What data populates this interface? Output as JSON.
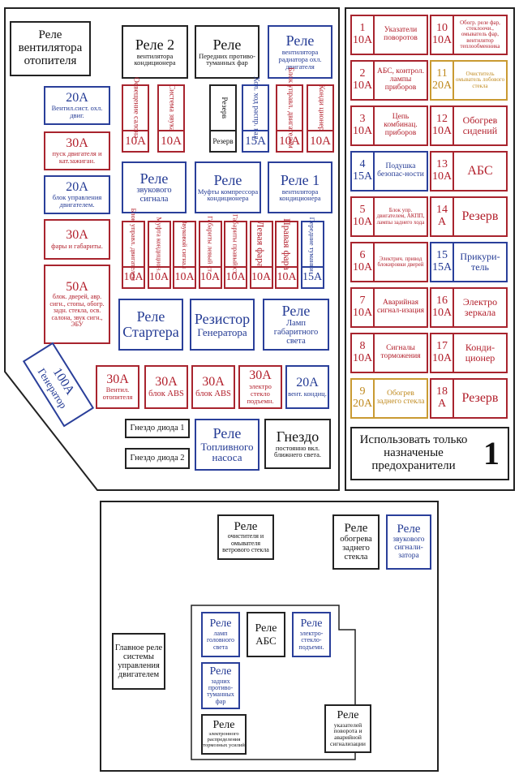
{
  "main": {
    "relay_heater_fan": "Реле вентилятора отопителя",
    "relay2_ac_fan": {
      "title": "Реле 2",
      "sub": "вентилятора кондиционера"
    },
    "relay_front_fog": {
      "title": "Реле",
      "sub": "Передних противо-туманных фар"
    },
    "relay_radiator_fan": {
      "title": "Реле",
      "sub": "вентилятора радиатора охл. двигателя"
    },
    "fuse_20a_cooling": {
      "amp": "20A",
      "text": "Вентил.сист. охл. двиг."
    },
    "fuse_30a_ignition": {
      "amp": "30A",
      "text": "пуск двигателя и кат.зажиган."
    },
    "fuse_20a_engine_ctrl": {
      "amp": "20A",
      "text": "блок управления двигателем."
    },
    "fuse_30a_headlights": {
      "amp": "30A",
      "text": "фары и габариты."
    },
    "fuse_50a_block": {
      "amp": "50A",
      "text": "блок. дверей, авр. сигн., стопы, обогр. задн. стекла, осв. салона, звук сигн., ЭБУ"
    },
    "top_fuses": [
      {
        "label": "Освещение салона",
        "amp": "10A"
      },
      {
        "label": "Система звука",
        "amp": "10A"
      },
      {
        "label": "Резерв",
        "amp": "Резерв"
      },
      {
        "label": "Хол. ход распр. вал",
        "amp": "15A"
      },
      {
        "label": "Блок управл. двигателем",
        "amp": "10A"
      },
      {
        "label": "Конди ционер",
        "amp": "10A"
      }
    ],
    "relay_horn": {
      "title": "Реле",
      "sub": "звукового сигнала"
    },
    "relay_clutch": {
      "title": "Реле",
      "sub": "Муфты компрессора кондиционера"
    },
    "relay1_ac_fan": {
      "title": "Реле 1",
      "sub": "вентилятора кондиционера"
    },
    "mid_fuses": [
      {
        "label": "Блок управл. двигателем",
        "amp": "10A"
      },
      {
        "label": "Муфта кондицион.",
        "amp": "10A"
      },
      {
        "label": "Звуковой сигнал",
        "amp": "10A"
      },
      {
        "label": "Габариты левый ст.",
        "amp": "10A"
      },
      {
        "label": "Габариты правый ст.",
        "amp": "10A"
      },
      {
        "label": "Левая фара",
        "amp": "10A"
      },
      {
        "label": "Правая фара",
        "amp": "10A"
      },
      {
        "label": "Передние туманки",
        "amp": "15A"
      }
    ],
    "relay_starter": {
      "title": "Реле",
      "sub": "Стартера"
    },
    "resistor_generator": {
      "title": "Резистор",
      "sub": "Генератора"
    },
    "relay_parking_lights": {
      "title": "Реле",
      "sub": "Ламп габаритного света"
    },
    "fuse_100a_generator": {
      "amp": "100A",
      "text": "Генератор"
    },
    "bottom_fuses": [
      {
        "amp": "30A",
        "text": "Вентил. отопителя"
      },
      {
        "amp": "30A",
        "text": "блок ABS"
      },
      {
        "amp": "30A",
        "text": "блок ABS"
      },
      {
        "amp": "30A",
        "text": "электро стекло подъемн."
      },
      {
        "amp": "20A",
        "text": "вент. кондиц."
      }
    ],
    "diode1": "Гнездо диода 1",
    "diode2": "Гнездо диода 2",
    "relay_fuel_pump": {
      "title": "Реле",
      "sub": "Топливного насоса"
    },
    "socket_low_beam": {
      "title": "Гнездо",
      "sub": "постоянно вкл. ближнего света."
    }
  },
  "right": {
    "fuses": [
      {
        "n": "1",
        "amp": "10A",
        "text": "Указатели поворотов",
        "color": "red"
      },
      {
        "n": "10",
        "amp": "10A",
        "text": "Обогр. реле фар, стеклоочи., омыватель фар, вентилятор теплообменника",
        "color": "red"
      },
      {
        "n": "2",
        "amp": "10A",
        "text": "АБС, контрол. лампы приборов",
        "color": "red"
      },
      {
        "n": "11",
        "amp": "20A",
        "text": "Очиститель омыватель лобового стекла",
        "color": "gold"
      },
      {
        "n": "3",
        "amp": "10A",
        "text": "Цепь комбинац. приборов",
        "color": "red"
      },
      {
        "n": "12",
        "amp": "10A",
        "text": "Обогрев сидений",
        "color": "red"
      },
      {
        "n": "4",
        "amp": "15A",
        "text": "Подушка безопас-ности",
        "color": "blue"
      },
      {
        "n": "13",
        "amp": "10A",
        "text": "АБС",
        "color": "red"
      },
      {
        "n": "5",
        "amp": "10A",
        "text": "Блок упр. двигателем, АКПП, лампы заднего хода",
        "color": "red"
      },
      {
        "n": "14",
        "amp": "A",
        "text": "Резерв",
        "color": "red"
      },
      {
        "n": "6",
        "amp": "10A",
        "text": "Электрич. привод блокировки дверей",
        "color": "red"
      },
      {
        "n": "15",
        "amp": "15A",
        "text": "Прикури-тель",
        "color": "blue"
      },
      {
        "n": "7",
        "amp": "10A",
        "text": "Аварийная сигнал-изация",
        "color": "red"
      },
      {
        "n": "16",
        "amp": "10A",
        "text": "Электро зеркала",
        "color": "red"
      },
      {
        "n": "8",
        "amp": "10A",
        "text": "Сигналы торможения",
        "color": "red"
      },
      {
        "n": "17",
        "amp": "10A",
        "text": "Конди-ционер",
        "color": "red"
      },
      {
        "n": "9",
        "amp": "20A",
        "text": "Обогрев заднего стекла",
        "color": "gold"
      },
      {
        "n": "18",
        "amp": "A",
        "text": "Резерв",
        "color": "red"
      }
    ],
    "notice": "Использовать только назначеные предохранители",
    "notice_num": "1"
  },
  "lower": {
    "relay_washer": {
      "title": "Реле",
      "sub": "очистителя и омывателя ветрового стекла"
    },
    "relay_rear_heater": {
      "title": "Реле",
      "sub": "обогрева заднего стекла"
    },
    "relay_horn_signal": {
      "title": "Реле",
      "sub": "звукового сигнали-затора"
    },
    "main_relay": "Главное реле системы управления двигателем",
    "relay_headlights": {
      "title": "Реле",
      "sub": "ламп головного света"
    },
    "abs": {
      "title": "Реле",
      "sub": "АБС"
    },
    "relay_windows": {
      "title": "Реле",
      "sub": "электро-стекло-подъемн."
    },
    "relay_rear_fog": {
      "title": "Реле",
      "sub": "задних противо-туманных фар"
    },
    "relay_fuel_dist": {
      "title": "Реле",
      "sub": "электронного распределения тормозных усилий"
    },
    "relay_turn_signals": {
      "title": "Реле",
      "sub": "указателей поворота и аварийной сигнализации"
    }
  }
}
